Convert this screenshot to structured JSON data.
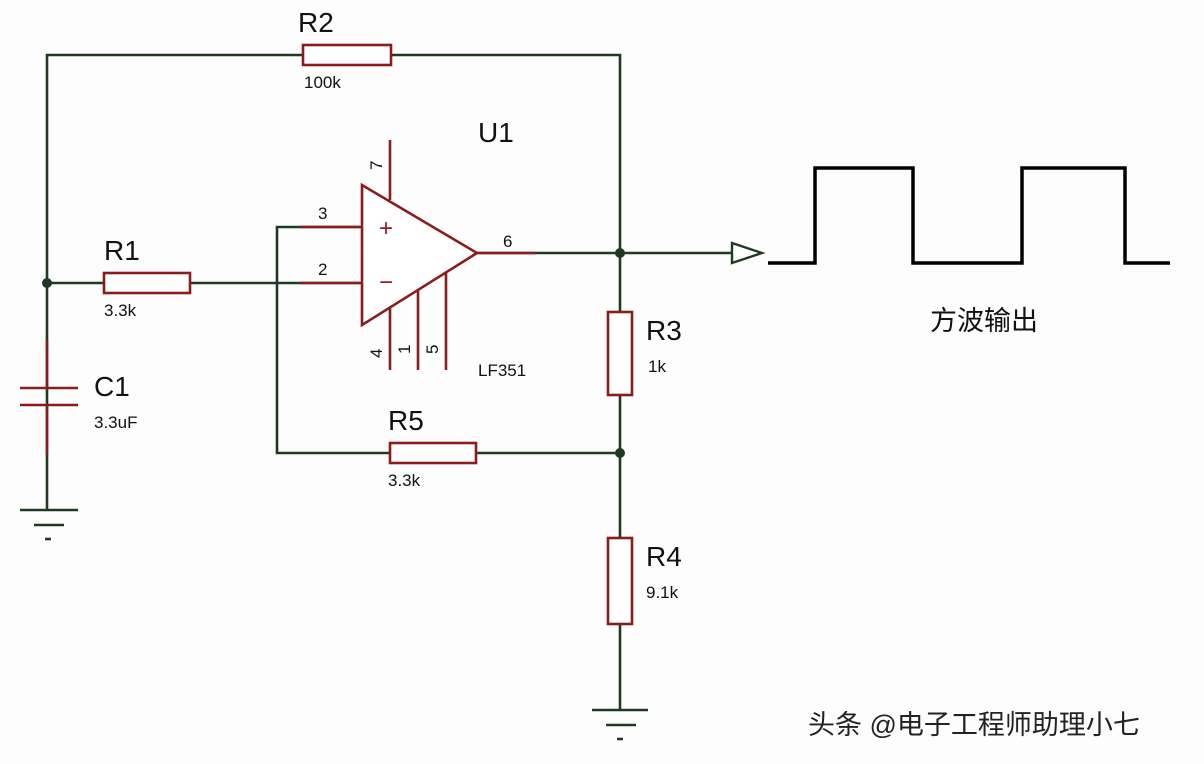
{
  "components": {
    "r1": {
      "name": "R1",
      "value": "3.3k"
    },
    "r2": {
      "name": "R2",
      "value": "100k"
    },
    "r3": {
      "name": "R3",
      "value": "1k"
    },
    "r4": {
      "name": "R4",
      "value": "9.1k"
    },
    "r5": {
      "name": "R5",
      "value": "3.3k"
    },
    "c1": {
      "name": "C1",
      "value": "3.3uF"
    },
    "u1": {
      "name": "U1",
      "part": "LF351",
      "plus": "+",
      "minus": "−",
      "pins": {
        "p2": "2",
        "p3": "3",
        "p6": "6",
        "p7": "7",
        "p4": "4",
        "p1": "1",
        "p5": "5"
      }
    }
  },
  "output_label": "方波输出",
  "watermark": "头条 @电子工程师助理小七",
  "colors": {
    "wire": "#1e3b22",
    "component": "#8b1c1c",
    "waveform": "#000000"
  }
}
